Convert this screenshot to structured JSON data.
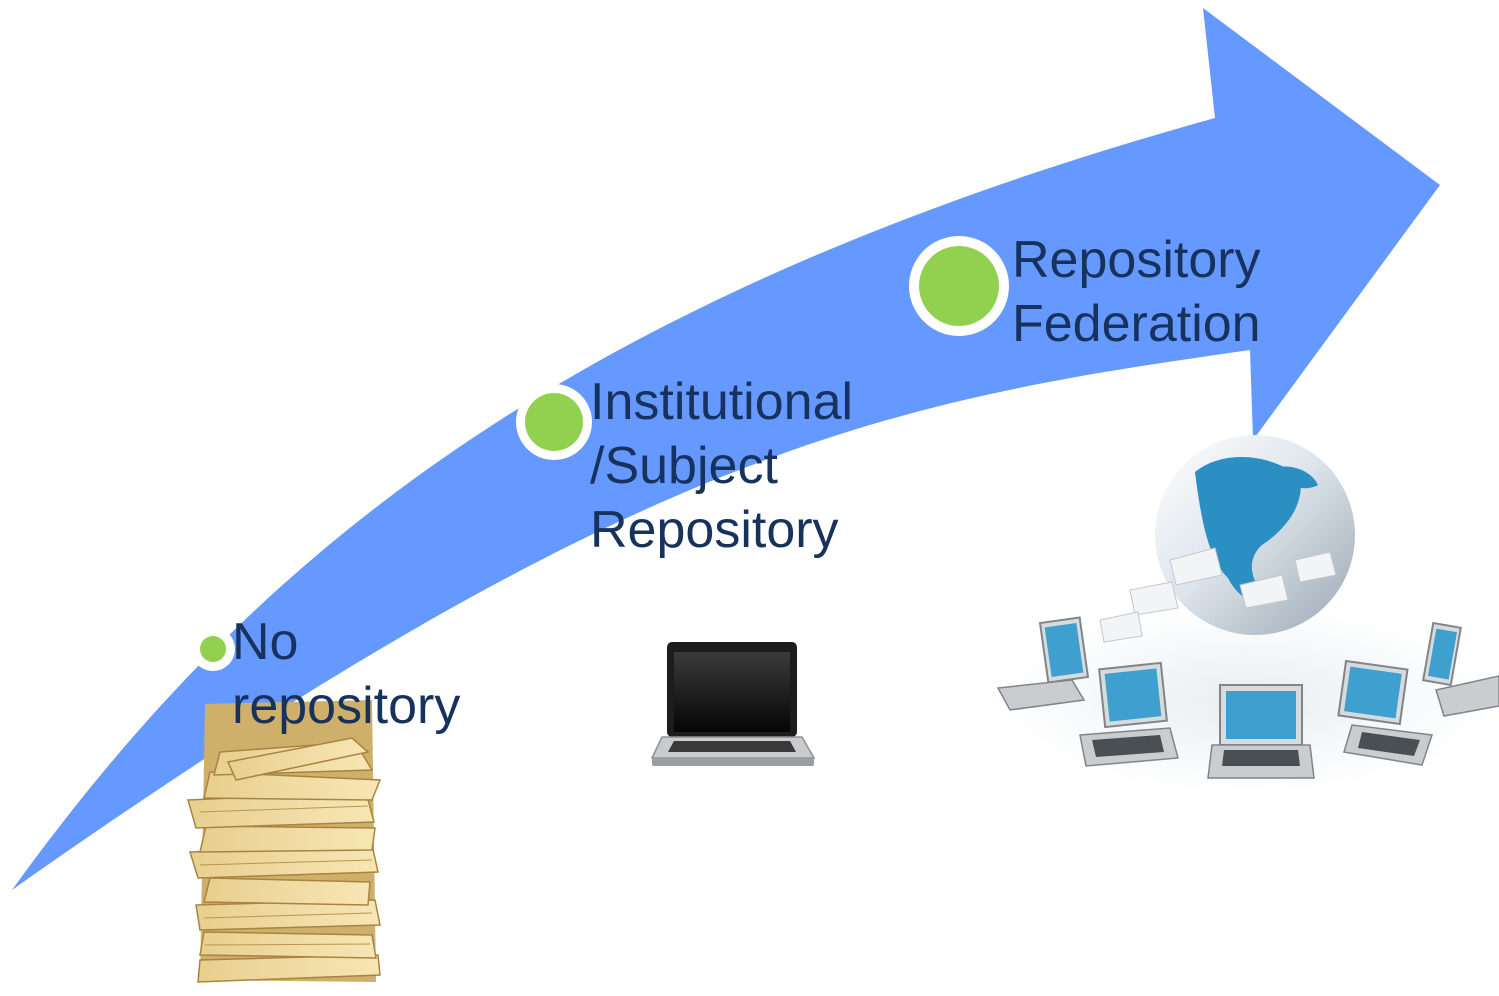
{
  "stages": [
    {
      "lines": [
        "No",
        "repository"
      ],
      "icon": "paper-stack-icon"
    },
    {
      "lines": [
        "Institutional",
        "/Subject",
        "Repository"
      ],
      "icon": "laptop-icon"
    },
    {
      "lines": [
        "Repository",
        "Federation"
      ],
      "icon": "globe-network-icon"
    }
  ],
  "colors": {
    "arrow": "#6699ff",
    "marker": "#92d050",
    "text": "#17325c"
  }
}
